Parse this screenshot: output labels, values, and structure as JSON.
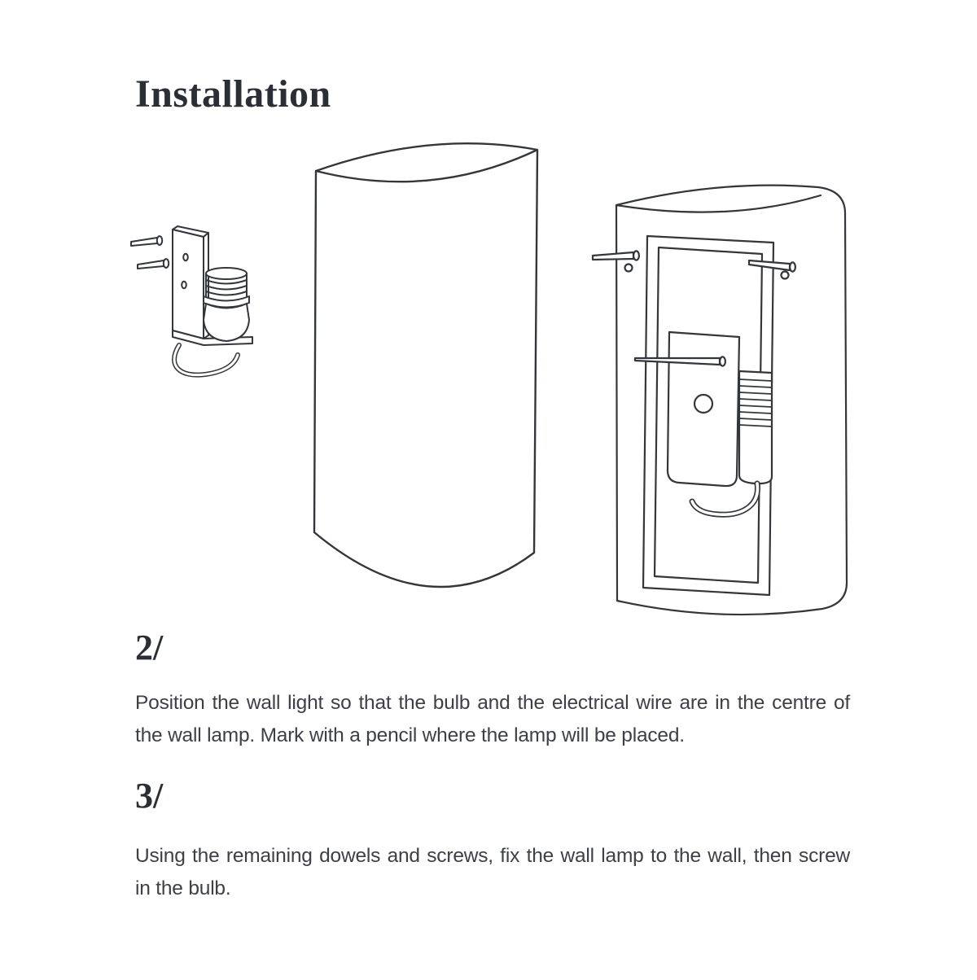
{
  "page": {
    "title": "Installation",
    "background": "#ffffff"
  },
  "colors": {
    "ink": "#33363b",
    "heading": "#2b2e34",
    "body_text": "#3d4046"
  },
  "illustrations": [
    {
      "name": "wall-bracket-with-socket"
    },
    {
      "name": "lamp-shade"
    },
    {
      "name": "lamp-body-back-with-screws-and-wire"
    }
  ],
  "steps": [
    {
      "number": "2/",
      "text": "Position the wall light so that the bulb and the electrical wire are in the centre of the wall lamp. Mark with a pencil where the lamp will be placed."
    },
    {
      "number": "3/",
      "text": "Using the remaining dowels and screws, fix the wall lamp to the wall, then screw in the bulb."
    }
  ]
}
